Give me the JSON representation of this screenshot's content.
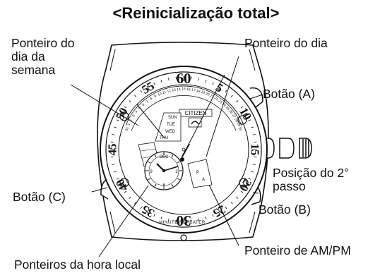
{
  "title": "<Reinicialização total>",
  "labels": {
    "weekday_hand": [
      "Ponteiro do",
      "dia da",
      "semana"
    ],
    "day_hand": "Ponteiro do dia",
    "button_a": "Botão (A)",
    "crown_position": [
      "Posição do 2°",
      "passo"
    ],
    "button_c": "Botão (C)",
    "button_b": "Botão (B)",
    "ampm_hand": "Ponteiro de AM/PM",
    "local_hour_hands": "Ponteiros da hora local"
  },
  "dial": {
    "minute_numbers": [
      "60",
      "5",
      "10",
      "15",
      "20",
      "25",
      "30",
      "35",
      "40",
      "45",
      "50",
      "55"
    ],
    "brand": "CITIZEN",
    "repeater": "MINUTE REPEATER",
    "weekdays": [
      "SUN",
      "TUE",
      "WED",
      "THU"
    ],
    "day_scale": [
      "31",
      "1",
      "2",
      "3",
      "4",
      "5",
      "6",
      "7",
      "8",
      "9",
      "10",
      "11",
      "12",
      "13",
      "14",
      "15",
      "16",
      "17",
      "18",
      "19",
      "20",
      "21",
      "22",
      "23",
      "24",
      "25",
      "26",
      "27",
      "28",
      "29",
      "30"
    ],
    "subdial_labels": [
      "DEC",
      "6",
      "3",
      "9"
    ],
    "ampm_marks": [
      "P",
      "A"
    ]
  }
}
